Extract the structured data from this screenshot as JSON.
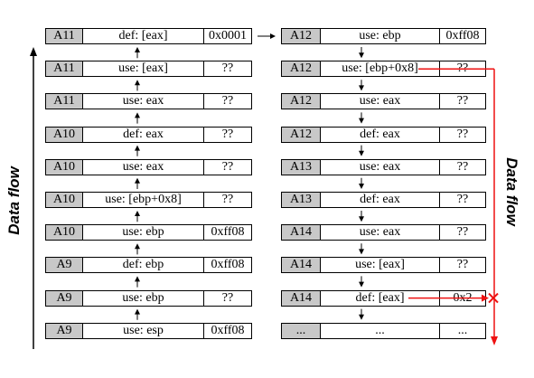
{
  "left_column": [
    {
      "id": "A11",
      "op": "def: [eax]",
      "val": "0x0001"
    },
    {
      "id": "A11",
      "op": "use: [eax]",
      "val": "??"
    },
    {
      "id": "A11",
      "op": "use: eax",
      "val": "??"
    },
    {
      "id": "A10",
      "op": "def: eax",
      "val": "??"
    },
    {
      "id": "A10",
      "op": "use: eax",
      "val": "??"
    },
    {
      "id": "A10",
      "op": "use: [ebp+0x8]",
      "val": "??"
    },
    {
      "id": "A10",
      "op": "use: ebp",
      "val": "0xff08"
    },
    {
      "id": "A9",
      "op": "def: ebp",
      "val": "0xff08"
    },
    {
      "id": "A9",
      "op": "use: ebp",
      "val": "??"
    },
    {
      "id": "A9",
      "op": "use: esp",
      "val": "0xff08"
    }
  ],
  "right_column": [
    {
      "id": "A12",
      "op": "use: ebp",
      "val": "0xff08"
    },
    {
      "id": "A12",
      "op": "use: [ebp+0x8]",
      "val": "??"
    },
    {
      "id": "A12",
      "op": "use: eax",
      "val": "??"
    },
    {
      "id": "A12",
      "op": "def: eax",
      "val": "??"
    },
    {
      "id": "A13",
      "op": "use: eax",
      "val": "??"
    },
    {
      "id": "A13",
      "op": "def: eax",
      "val": "??"
    },
    {
      "id": "A14",
      "op": "use: eax",
      "val": "??"
    },
    {
      "id": "A14",
      "op": "use: [eax]",
      "val": "??"
    },
    {
      "id": "A14",
      "op": "def: [eax]",
      "val": "0x2"
    },
    {
      "id": "...",
      "op": "...",
      "val": "..."
    }
  ],
  "left_label": "Data flow",
  "right_label": "Data flow",
  "colors": {
    "id_cell_fill": "#c8c8c8",
    "border": "#000000",
    "highlight": "#ee1111"
  },
  "icons": {
    "flow_arrow": "arrow-icon",
    "conflict_mark": "x-mark-icon"
  }
}
